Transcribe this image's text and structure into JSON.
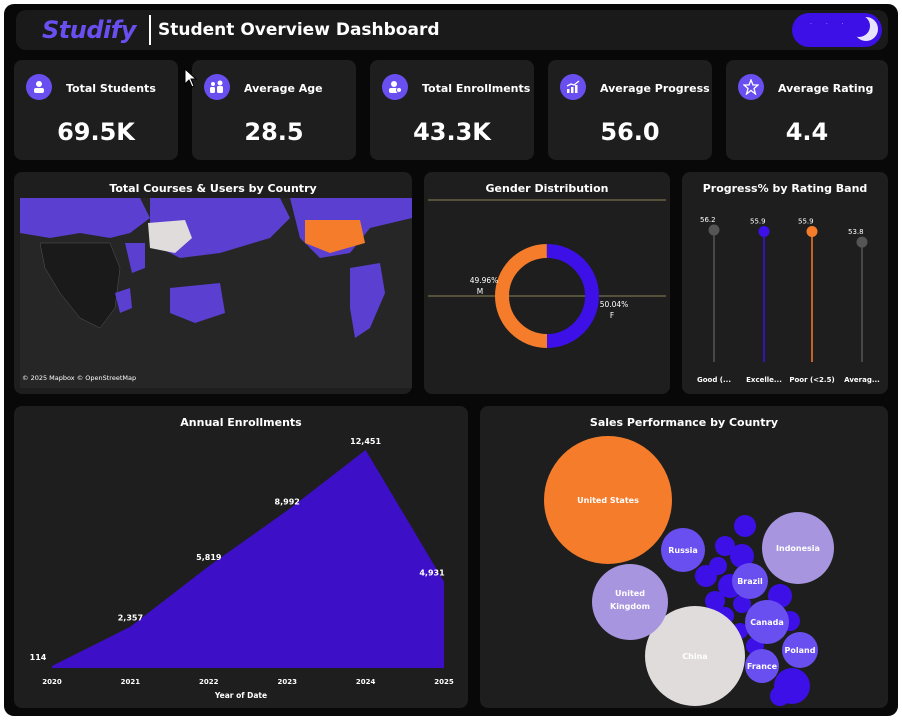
{
  "header": {
    "logo_text": "Studify",
    "title": "Student Overview Dashboard",
    "theme_toggle_icon": "moon-icon"
  },
  "kpis": [
    {
      "label": "Total Students",
      "value": "69.5K",
      "icon": "students-icon"
    },
    {
      "label": "Average Age",
      "value": "28.5",
      "icon": "family-icon"
    },
    {
      "label": "Total Enrollments",
      "value": "43.3K",
      "icon": "user-add-icon"
    },
    {
      "label": "Average Progress",
      "value": "56.0",
      "icon": "trend-chart-icon"
    },
    {
      "label": "Average Rating",
      "value": "4.4",
      "icon": "star-icon"
    }
  ],
  "map": {
    "title": "Total Courses & Users by Country",
    "attribution": "© 2025 Mapbox © OpenStreetMap"
  },
  "colors": {
    "accent": "#6a4ff0",
    "purple_dark": "#3d1cb5",
    "orange": "#f57c2b",
    "lavender": "#a895e0",
    "light_gray": "#e0dcdc",
    "panel_bg": "#1e1e1e"
  },
  "chart_data": [
    {
      "type": "pie",
      "title": "Gender Distribution",
      "slices": [
        {
          "label": "M",
          "pct_label": "49.96%",
          "value": 49.96,
          "color": "#f57c2b"
        },
        {
          "label": "F",
          "pct_label": "50.04%",
          "value": 50.04,
          "color": "#3d10e8"
        }
      ]
    },
    {
      "type": "scatter",
      "title": "Progress% by Rating Band",
      "categories": [
        "Good (...",
        "Excelle...",
        "Poor (<2.5)",
        "Averag..."
      ],
      "values": [
        56.2,
        55.9,
        55.9,
        53.8
      ],
      "colors": [
        "#555555",
        "#3d10e8",
        "#f57c2b",
        "#555555"
      ]
    },
    {
      "type": "area",
      "title": "Annual Enrollments",
      "xlabel": "Year of Date",
      "x": [
        "2020",
        "2021",
        "2022",
        "2023",
        "2024",
        "2025"
      ],
      "values": [
        114,
        2357,
        5819,
        8992,
        12451,
        4931
      ],
      "labels": [
        "114",
        "2,357",
        "5,819",
        "8,992",
        "12,451",
        "4,931"
      ]
    },
    {
      "type": "bubble",
      "title": "Sales Performance by Country",
      "bubbles": [
        {
          "label": "United States",
          "size": 100,
          "color": "#f57c2b"
        },
        {
          "label": "China",
          "size": 78,
          "color": "#e0dcdc"
        },
        {
          "label": "Indonesia",
          "size": 53,
          "color": "#a895e0"
        },
        {
          "label": "United Kingdom",
          "size": 57,
          "color": "#a895e0"
        },
        {
          "label": "Russia",
          "size": 34,
          "color": "#6a4ff0"
        },
        {
          "label": "Brazil",
          "size": 28,
          "color": "#6a4ff0"
        },
        {
          "label": "Canada",
          "size": 29,
          "color": "#6a4ff0"
        },
        {
          "label": "Poland",
          "size": 23,
          "color": "#6a4ff0"
        },
        {
          "label": "France",
          "size": 24,
          "color": "#6a4ff0"
        }
      ]
    }
  ]
}
